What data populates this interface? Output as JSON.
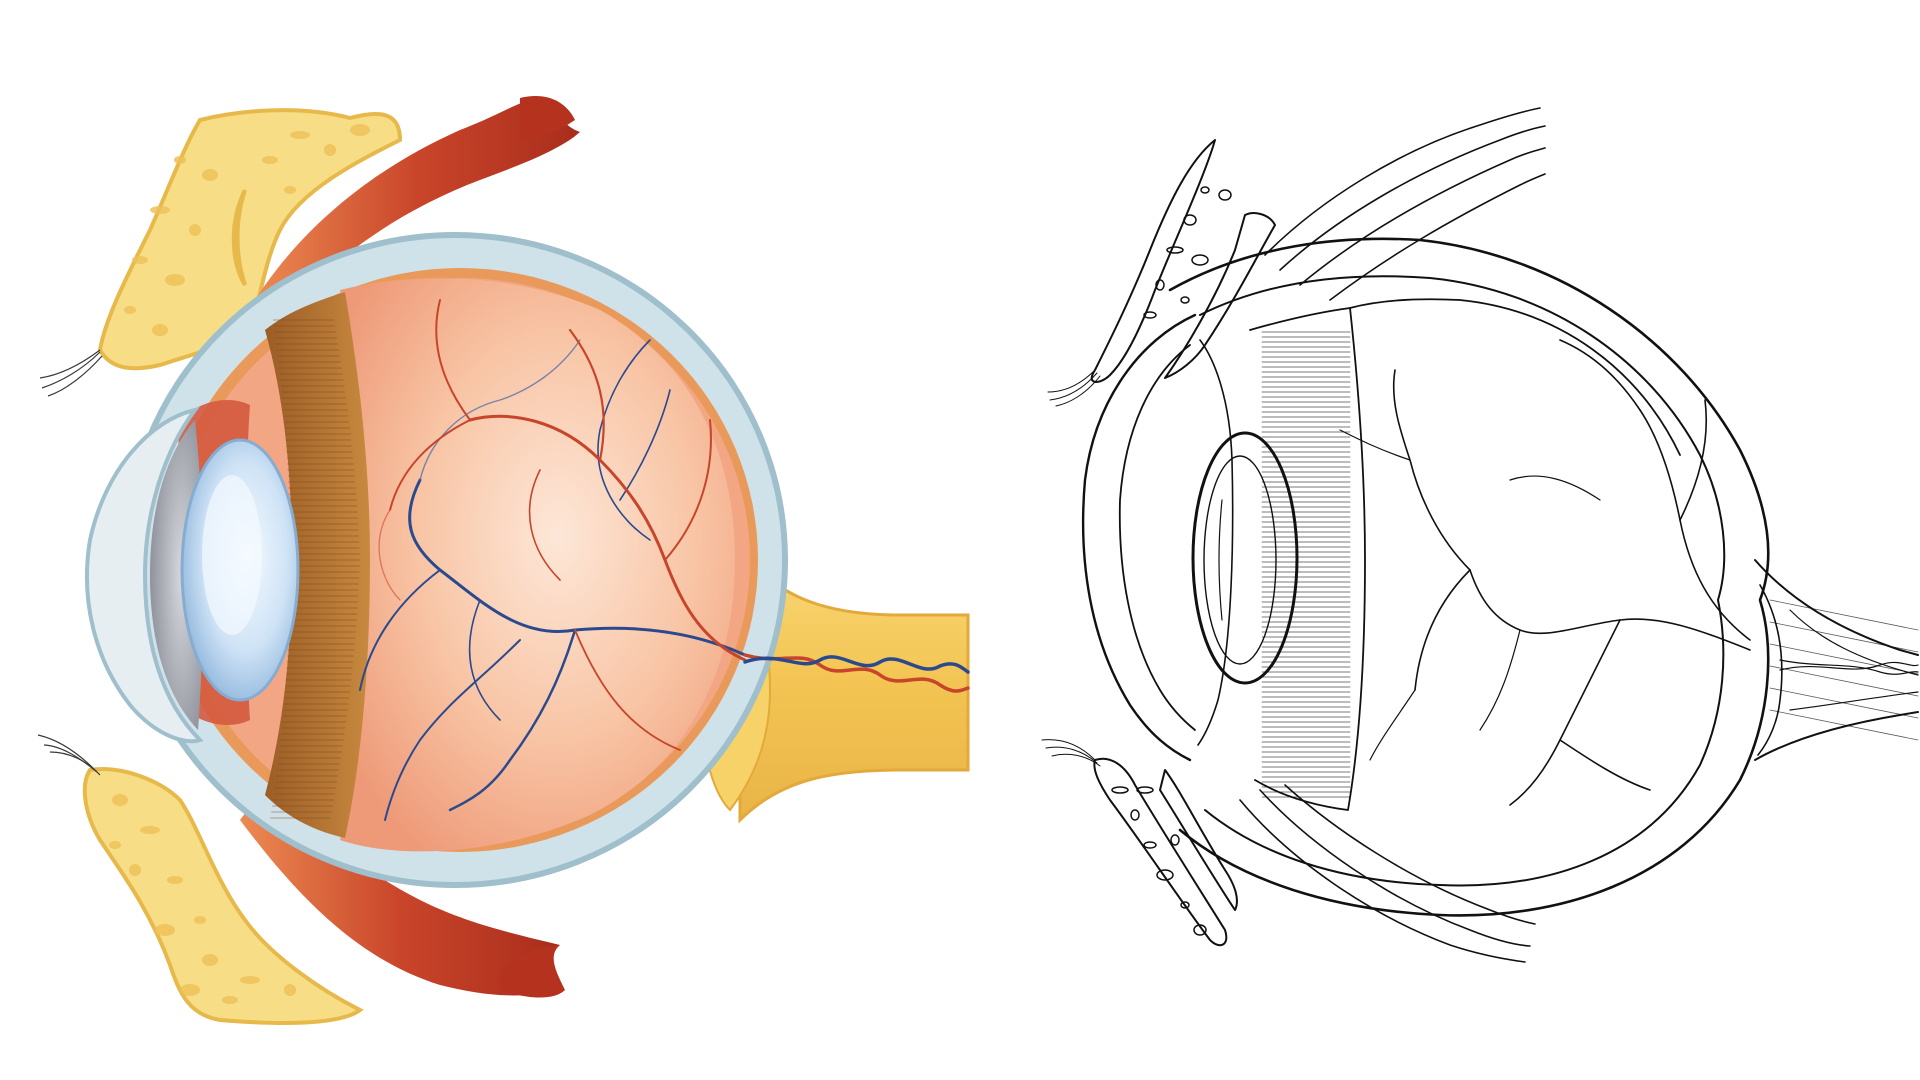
{
  "figure": {
    "panels": [
      {
        "id": "colored",
        "style": "color-illustration"
      },
      {
        "id": "outline",
        "style": "line-art"
      }
    ],
    "colors": {
      "background": "#ffffff",
      "bone_fill": "#f7dd86",
      "bone_edge": "#e7b94a",
      "bone_pore": "#eec25a",
      "muscle_dark": "#b4331f",
      "muscle_mid": "#d2552d",
      "muscle_light": "#e9844f",
      "sclera": "#cfe2ea",
      "sclera_edge": "#9fbfcc",
      "cornea": "#e6eef2",
      "iris": "#9c9fa8",
      "lens": "#bcd8f2",
      "lens_highlight": "#f3f9ff",
      "ciliary": "#a8692d",
      "choroid": "#e99a5a",
      "retina": "#f2a683",
      "vitreous_center": "#fcdcc6",
      "optic_nerve": "#f3c655",
      "artery": "#c7452a",
      "vein": "#2b4a8e",
      "line_art": "#111111"
    }
  }
}
